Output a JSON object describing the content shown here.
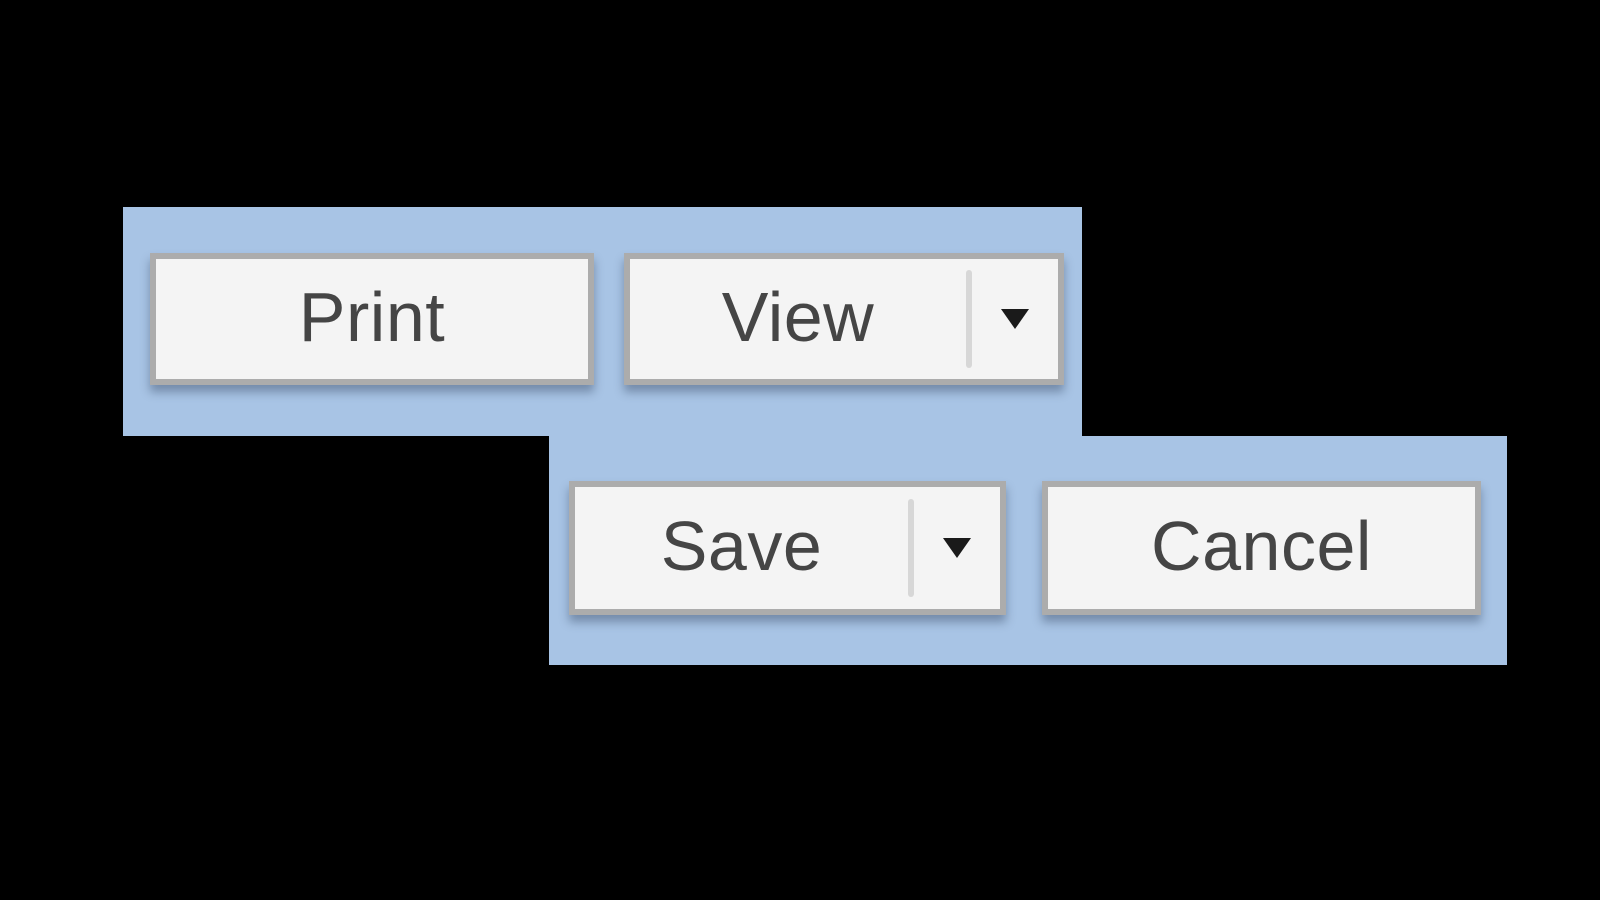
{
  "window": {
    "background": "#000000"
  },
  "colors": {
    "window-bg": "#000000",
    "panel-bg": "#a8c4e5",
    "button-bg": "#f4f4f4",
    "button-border": "#acacac",
    "label-color": "#454545",
    "separator-color": "#d7d7d7",
    "arrow-color": "#1a1a1a"
  },
  "toolbars": [
    {
      "name": "top-toolbar",
      "buttons": [
        {
          "label": "Print",
          "type": "plain"
        },
        {
          "label": "View",
          "type": "split",
          "icon": "chevron-down-icon"
        }
      ]
    },
    {
      "name": "bottom-toolbar",
      "buttons": [
        {
          "label": "Save",
          "type": "split",
          "icon": "chevron-down-icon"
        },
        {
          "label": "Cancel",
          "type": "plain"
        }
      ]
    }
  ]
}
